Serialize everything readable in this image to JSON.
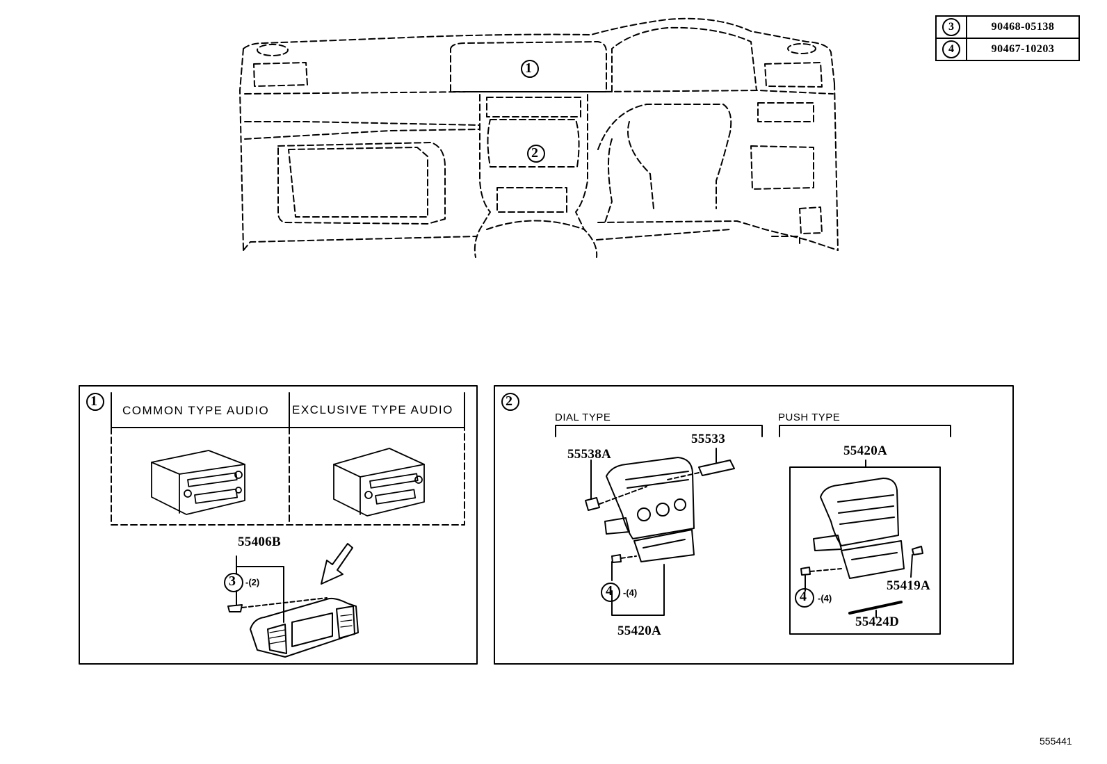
{
  "reference_table": [
    {
      "key": "3",
      "part_number": "90468-05138"
    },
    {
      "key": "4",
      "part_number": "90467-10203"
    }
  ],
  "overview": {
    "callout_1": "1",
    "callout_2": "2"
  },
  "panel_1": {
    "index": "1",
    "column_common": "COMMON TYPE AUDIO",
    "column_exclusive": "EXCLUSIVE TYPE AUDIO",
    "part_main": "55406B",
    "fastener_key": "3",
    "fastener_qty": "-(2)"
  },
  "panel_2": {
    "index": "2",
    "dial_type_label": "DIAL TYPE",
    "push_type_label": "PUSH TYPE",
    "dial": {
      "part_knob": "55538A",
      "part_display": "55533",
      "part_panel": "55420A",
      "fastener_key": "4",
      "fastener_qty": "-(4)"
    },
    "push": {
      "part_panel": "55420A",
      "part_cover": "55419A",
      "part_strip": "55424D",
      "fastener_key": "4",
      "fastener_qty": "-(4)"
    }
  },
  "figure_id": "555441"
}
